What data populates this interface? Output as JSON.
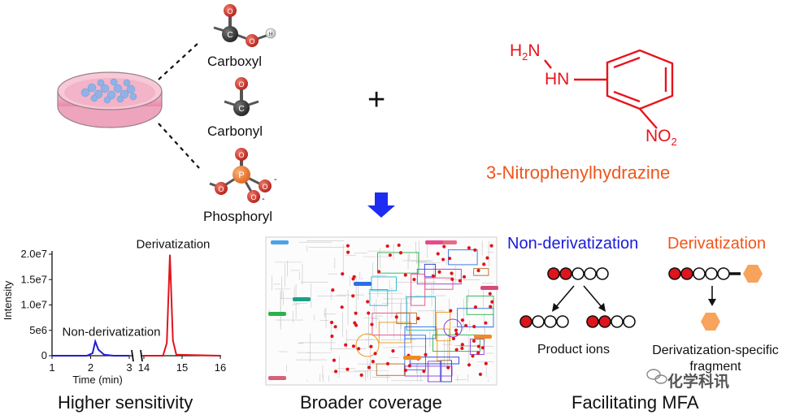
{
  "groups": {
    "carboxyl": "Carboxyl",
    "carbonyl": "Carbonyl",
    "phosphoryl": "Phosphoryl",
    "atoms": {
      "O": "O",
      "C": "C",
      "H": "H",
      "P": "P",
      "minus": "-"
    }
  },
  "plus_sign": "+",
  "reagent": {
    "name": "3-Nitrophenylhydrazine",
    "h2n": "H",
    "h2n_sub": "2",
    "h2n_n": "N",
    "hn": "HN",
    "no2": "NO",
    "no2_sub": "2",
    "color": "#e8141b",
    "name_color": "#f0551b"
  },
  "chart_data": {
    "type": "line",
    "ylabel": "Intensity",
    "xlabel": "Time (min)",
    "y_ticks": [
      "0",
      "5e6",
      "1.0e7",
      "1.5e7",
      "2.0e7"
    ],
    "x_ticks_left": [
      "1",
      "2",
      "3"
    ],
    "x_ticks_right": [
      "14",
      "15",
      "16"
    ],
    "ylim": [
      0,
      20000000
    ],
    "x_axis_break": "between 3 and 14 min",
    "series": [
      {
        "name": "Non-derivatization",
        "color": "#1f1fd6",
        "points": [
          [
            1.0,
            0
          ],
          [
            1.9,
            0
          ],
          [
            2.05,
            500000
          ],
          [
            2.12,
            2800000
          ],
          [
            2.2,
            1200000
          ],
          [
            2.35,
            200000
          ],
          [
            2.6,
            0
          ],
          [
            3.0,
            0
          ]
        ]
      },
      {
        "name": "Derivatization",
        "color": "#e0141b",
        "points": [
          [
            14.0,
            0
          ],
          [
            14.5,
            0
          ],
          [
            14.6,
            2500000
          ],
          [
            14.68,
            19900000
          ],
          [
            14.76,
            3000000
          ],
          [
            14.85,
            200000
          ],
          [
            16.0,
            0
          ]
        ]
      }
    ]
  },
  "captions": {
    "sensitivity": "Higher sensitivity",
    "coverage": "Broader coverage",
    "mfa": "Facilitating MFA"
  },
  "mfa": {
    "non_deriv": "Non-derivatization",
    "deriv": "Derivatization",
    "product_ions": "Product ions",
    "fragment": "Derivatization-specific fragment"
  },
  "watermark": "化学科讯"
}
